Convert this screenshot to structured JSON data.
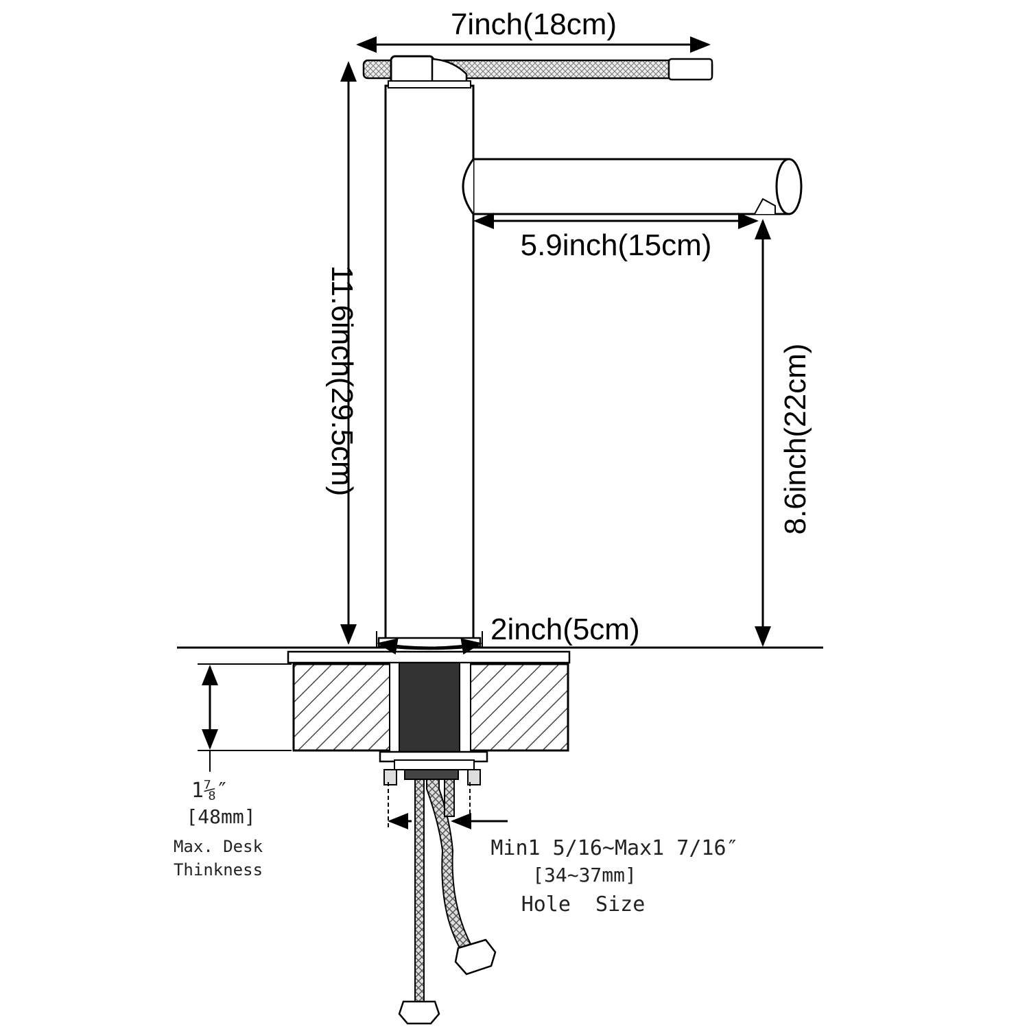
{
  "dimensions": {
    "handle_width": "7inch(18cm)",
    "spout_reach": "5.9inch(15cm)",
    "total_height": "11.6inch(29.5cm)",
    "spout_height": "8.6inch(22cm)",
    "base_diameter": "2inch(5cm)"
  },
  "desk": {
    "thickness_fraction": "1⅞″",
    "thickness_mm": "[48mm]",
    "label_line1": "Max. Desk",
    "label_line2": "Thinkness"
  },
  "hole": {
    "range_text": "Min1 5/16~Max1 7/16″",
    "range_mm": "[34~37mm]",
    "label": "Hole  Size"
  }
}
